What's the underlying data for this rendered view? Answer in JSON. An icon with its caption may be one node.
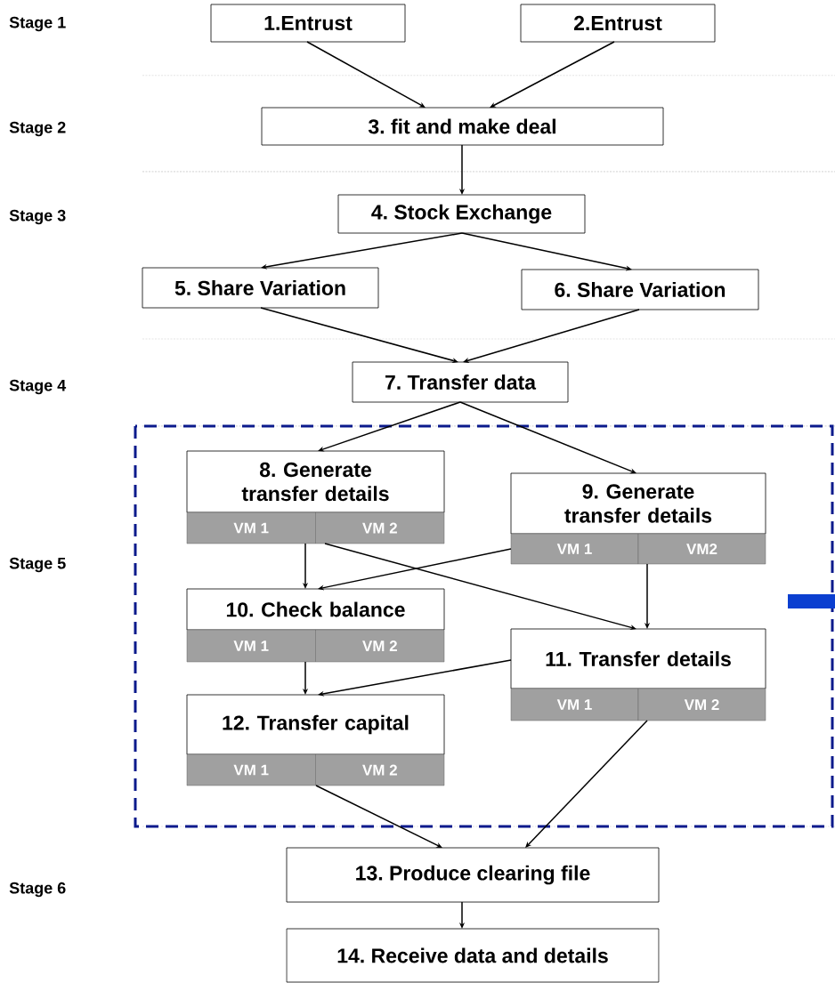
{
  "diagram": {
    "nodes": [
      {
        "text": [
          "1.Entrust"
        ]
      },
      {
        "text": [
          "2.Entrust"
        ]
      },
      {
        "text": [
          "3. fit and make deal"
        ]
      },
      {
        "text": [
          "4. Stock Exchange"
        ]
      },
      {
        "text": [
          "5. Share Variation"
        ]
      },
      {
        "text": [
          "6. Share Variation"
        ]
      },
      {
        "text": [
          "7. Transfer data"
        ]
      },
      {
        "text": [
          "8. Generate transfer details",
          "VM 1",
          "VM 2"
        ]
      },
      {
        "text": [
          "9. Generate transfer details",
          "VM 1",
          "VM2"
        ]
      },
      {
        "text": [
          "10. Check balance",
          "VM 1",
          "VM 2"
        ]
      },
      {
        "text": [
          "11. Transfer details",
          "VM 1",
          "VM 2"
        ]
      },
      {
        "text": [
          "12. Transfer capital",
          "VM 1",
          "VM 2"
        ]
      },
      {
        "text": [
          "13. Produce clearing file"
        ]
      },
      {
        "text": [
          "14. Receive data and details"
        ]
      }
    ],
    "edges": [
      {
        "from": 0,
        "to": 2,
        "arrow": "to"
      },
      {
        "from": 1,
        "to": 2,
        "arrow": "to"
      },
      {
        "from": 2,
        "to": 3,
        "arrow": "to"
      },
      {
        "from": 3,
        "to": 4,
        "arrow": "to"
      },
      {
        "from": 3,
        "to": 5,
        "arrow": "to"
      },
      {
        "from": 4,
        "to": 6,
        "arrow": "to"
      },
      {
        "from": 5,
        "to": 6,
        "arrow": "to"
      },
      {
        "from": 6,
        "to": 7,
        "arrow": "to"
      },
      {
        "from": 6,
        "to": 8,
        "arrow": "to"
      },
      {
        "from": 7,
        "to": 9,
        "arrow": "to"
      },
      {
        "from": 7,
        "to": 10,
        "arrow": "to"
      },
      {
        "from": 8,
        "to": 9,
        "arrow": "to"
      },
      {
        "from": 8,
        "to": 10,
        "arrow": "to"
      },
      {
        "from": 9,
        "to": 11,
        "arrow": "to"
      },
      {
        "from": 10,
        "to": 11,
        "arrow": "to"
      },
      {
        "from": 10,
        "to": 12,
        "arrow": "to"
      },
      {
        "from": 11,
        "to": 12,
        "arrow": "to"
      },
      {
        "from": 12,
        "to": 13,
        "arrow": "to"
      }
    ],
    "labels": [
      "Stage 1",
      "Stage 2",
      "Stage 3",
      "Stage 4",
      "Stage 5",
      "Stage 6"
    ]
  }
}
